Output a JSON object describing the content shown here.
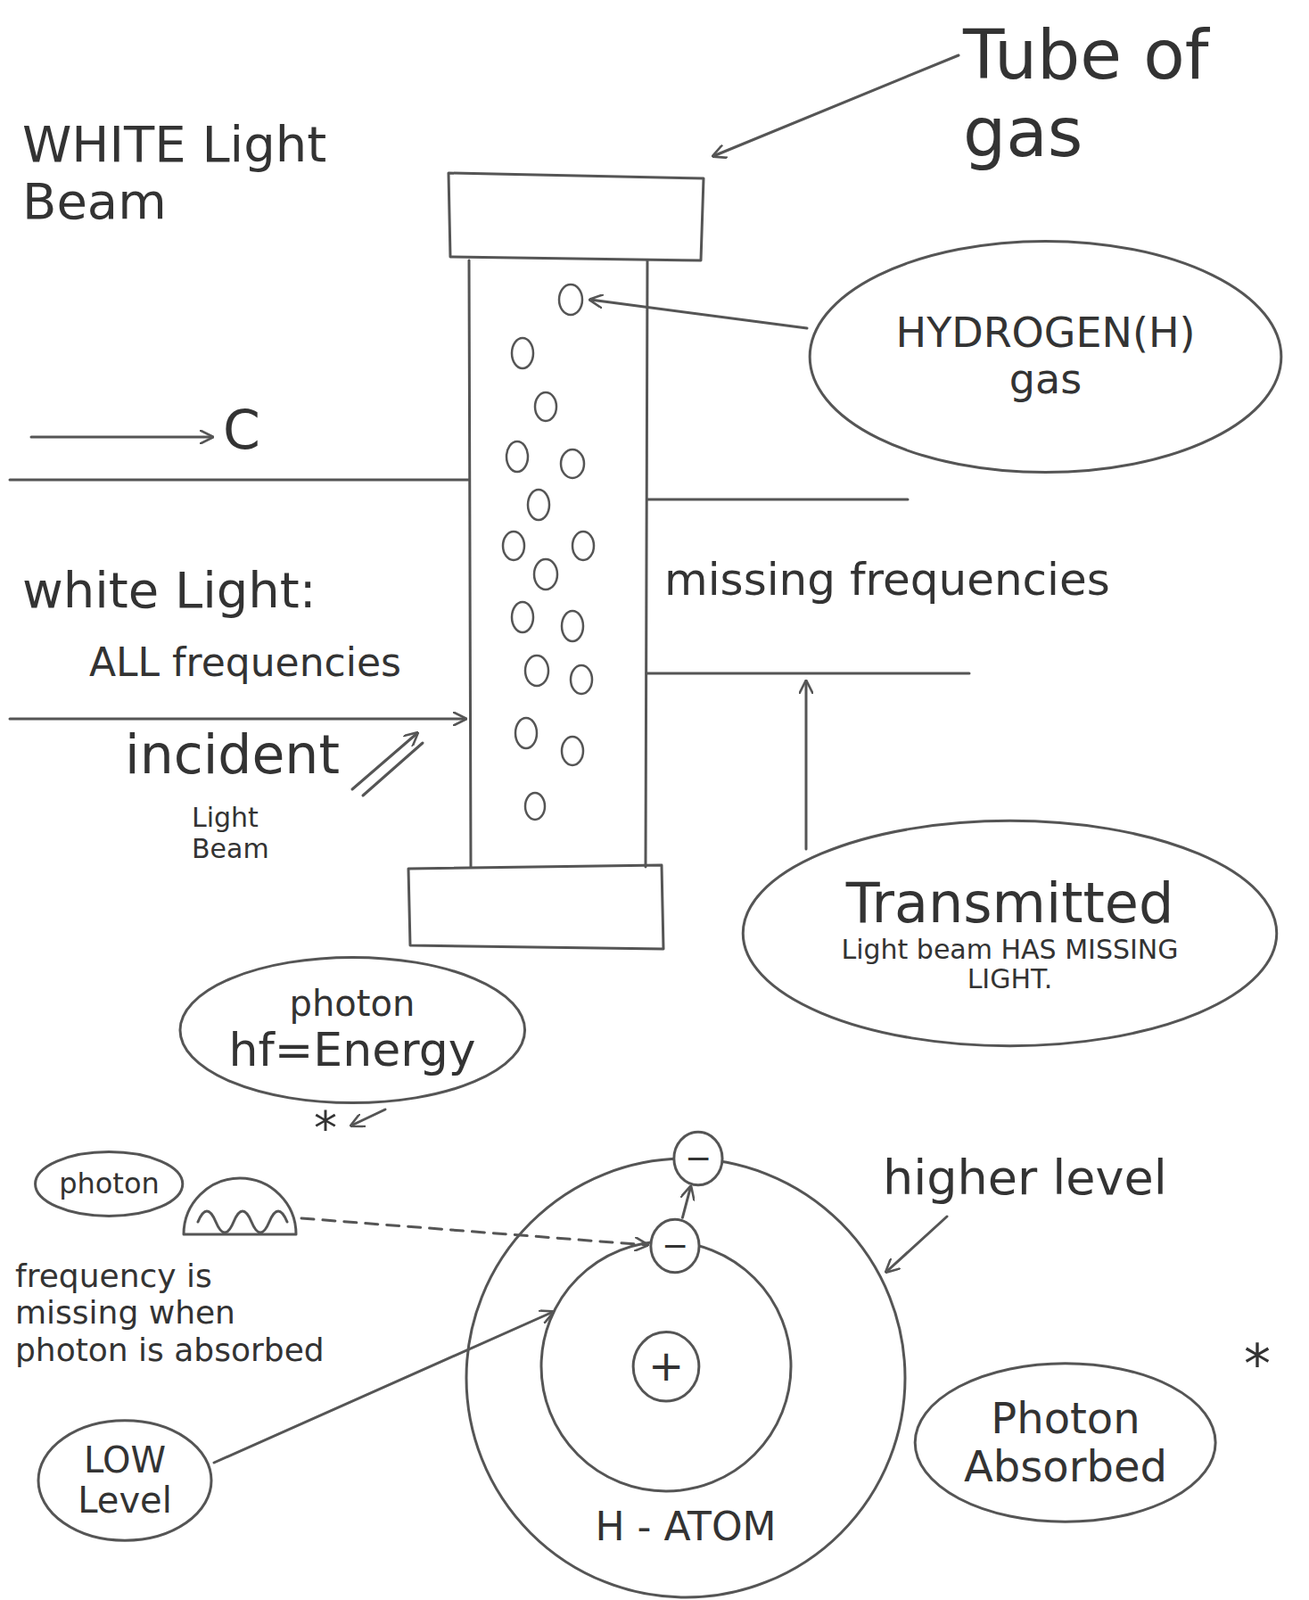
{
  "diagram": {
    "nodes": [
      {
        "text": [
          "HYDROGEN(H) gas"
        ]
      },
      {
        "text": [
          "Transmitted",
          "Light beam HAS MISSING LIGHT."
        ]
      },
      {
        "text": [
          "photon",
          "hf=Energy"
        ]
      },
      {
        "text": [
          "photon"
        ]
      },
      {
        "text": [
          "H - ATOM"
        ]
      },
      {
        "text": [
          "+"
        ],
        "in": 4
      },
      {
        "text": [
          "−"
        ],
        "in": 4
      },
      {
        "text": [
          "−"
        ],
        "in": 4
      },
      {
        "text": [
          "LOW Level"
        ]
      },
      {
        "text": [
          "Photon Absorbed"
        ]
      }
    ],
    "edges": [
      {
        "from": 6,
        "to": 7,
        "arrow": "to"
      }
    ],
    "labels": [
      "Tube of gas",
      "WHITE Light Beam",
      "C",
      "white Light:",
      "ALL frequencies",
      "missing frequencies",
      "incident",
      "Light Beam",
      "*",
      "higher level",
      "frequency is missing when photon is absorbed",
      "*"
    ]
  }
}
